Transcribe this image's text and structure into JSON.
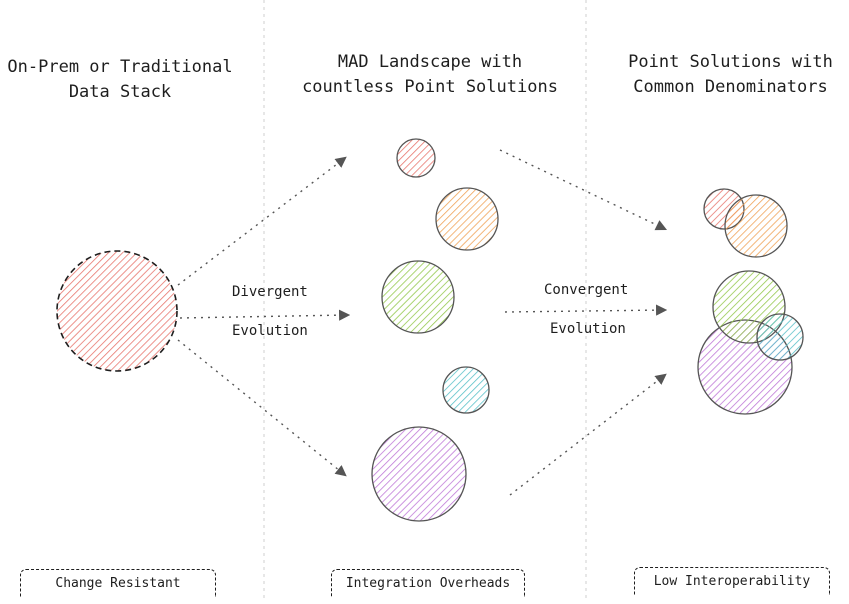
{
  "columns": [
    {
      "title_lines": [
        "On-Prem or Traditional",
        "Data Stack"
      ],
      "footer": "Change Resistant"
    },
    {
      "title_lines": [
        "MAD Landscape with",
        "countless Point Solutions"
      ],
      "footer": "Integration Overheads"
    },
    {
      "title_lines": [
        "Point Solutions with",
        "Common Denominators"
      ],
      "footer": "Low Interoperability"
    }
  ],
  "arrow_labels": {
    "left_top": "Divergent",
    "left_bottom": "Evolution",
    "right_top": "Convergent",
    "right_bottom": "Evolution"
  },
  "colors": {
    "red": "#e8776f",
    "orange": "#f0a45a",
    "green": "#95c94f",
    "teal": "#5bc1c9",
    "purple": "#c07ad8",
    "stroke": "#555555"
  }
}
